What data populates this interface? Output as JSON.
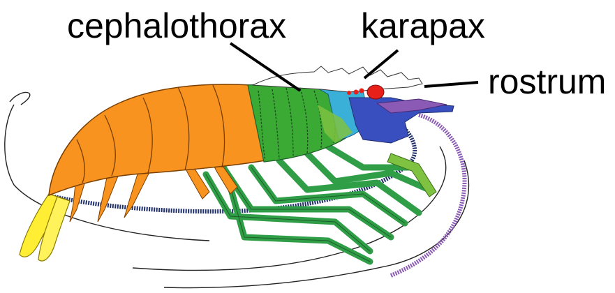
{
  "labels": {
    "cephalothorax": "cephalothorax",
    "karapax": "karapax",
    "rostrum": "rostrum"
  },
  "colors": {
    "abdomen": "#f7931e",
    "tail": "#ffee33",
    "cephalothorax": "#3aaa35",
    "carapace_front": "#3ab0d8",
    "head_blue": "#3a4fbf",
    "purple": "#8a5ab5",
    "eye": "#e8201a",
    "legs": "#2f9e47",
    "antenna_dark": "#1f2f6b"
  }
}
